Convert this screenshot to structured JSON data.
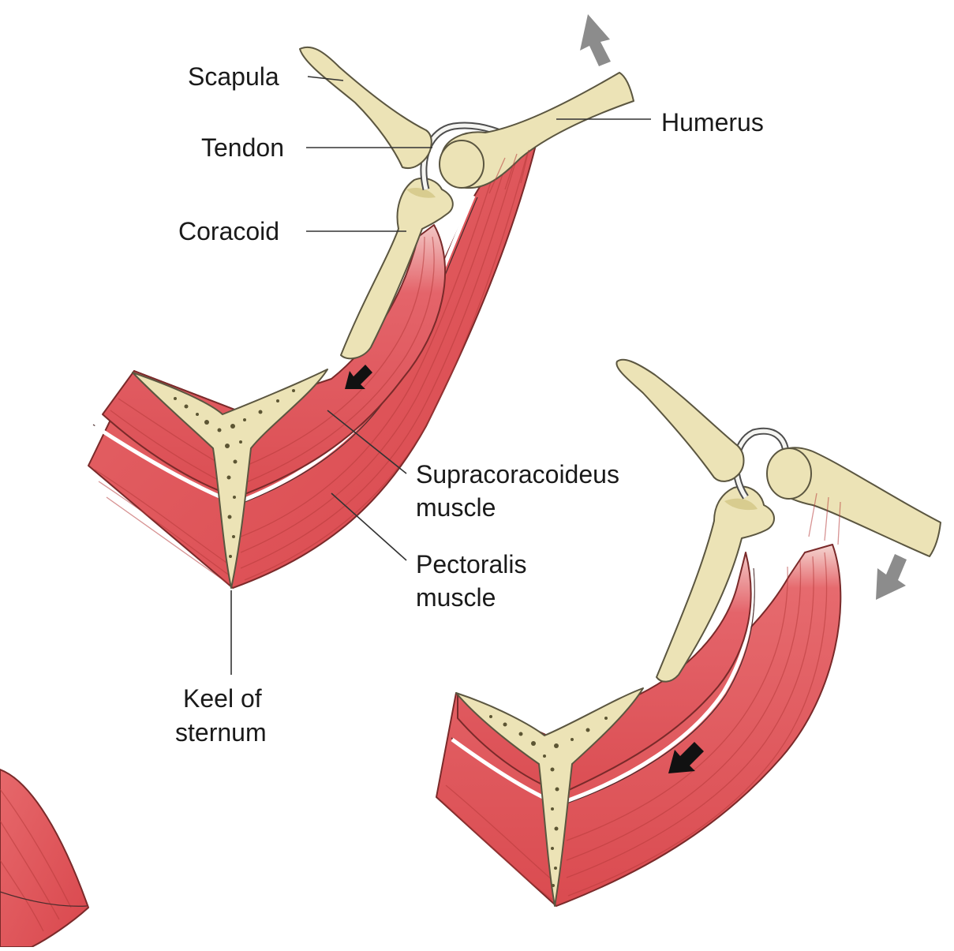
{
  "labels": {
    "scapula": "Scapula",
    "tendon": "Tendon",
    "coracoid": "Coracoid",
    "humerus": "Humerus",
    "supracoracoideus_line1": "Supracoracoideus",
    "supracoracoideus_line2": "muscle",
    "pectoralis_line1": "Pectoralis",
    "pectoralis_line2": "muscle",
    "keel_line1": "Keel of",
    "keel_line2": "sternum"
  },
  "colors": {
    "bone": "#ece3b6",
    "muscle": "#e0555a",
    "motion_arrow": "#8c8c8c",
    "contraction_arrow": "#111111"
  },
  "panels": {
    "upstroke": {
      "wing_motion": "up",
      "contracting_muscle": "supracoracoideus"
    },
    "downstroke": {
      "wing_motion": "down",
      "contracting_muscle": "pectoralis"
    }
  }
}
